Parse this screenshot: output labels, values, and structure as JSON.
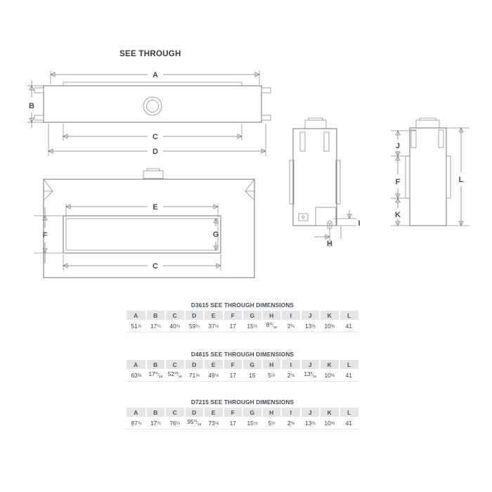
{
  "drawing": {
    "title": "SEE THROUGH",
    "top_view_labels": [
      "A",
      "B",
      "C",
      "D"
    ],
    "front_view_labels": [
      "E",
      "F",
      "G",
      "C"
    ],
    "side_view_labels": [
      "H",
      "I"
    ],
    "end_view_labels": [
      "J",
      "F",
      "K",
      "L"
    ],
    "label_A": "A",
    "label_B": "B",
    "label_C": "C",
    "label_D": "D",
    "label_E": "E",
    "label_F": "F",
    "label_G": "G",
    "label_C2": "C",
    "label_H": "H",
    "label_I": "I",
    "label_J": "J",
    "label_F2": "F",
    "label_K": "K",
    "label_L": "L"
  },
  "tables": [
    {
      "title": "D3615   SEE THROUGH DIMENSIONS",
      "headers": [
        "A",
        "B",
        "C",
        "D",
        "E",
        "F",
        "G",
        "H",
        "I",
        "J",
        "K",
        "L"
      ],
      "values": [
        "51 7/8",
        "17 3/4",
        "40 3/4",
        "59 3/4",
        "37 1/8",
        "17",
        "15 1/2",
        "8 11/16",
        "2 3/8",
        "13 5/8",
        "10 3/8",
        "41"
      ],
      "values_plain": [
        {
          "whole": "51",
          "frac": "7/8"
        },
        {
          "whole": "17",
          "frac": "3/4"
        },
        {
          "whole": "40",
          "frac": "3/4"
        },
        {
          "whole": "59",
          "frac": "3/4"
        },
        {
          "whole": "37",
          "frac": "1/8"
        },
        {
          "whole": "17",
          "frac": ""
        },
        {
          "whole": "15",
          "frac": "1/2"
        },
        {
          "whole": "8",
          "frac": "11/16"
        },
        {
          "whole": "2",
          "frac": "3/8"
        },
        {
          "whole": "13",
          "frac": "5/8"
        },
        {
          "whole": "10",
          "frac": "3/8"
        },
        {
          "whole": "41",
          "frac": ""
        }
      ]
    },
    {
      "title": "D4815   SEE THROUGH DIMENSIONS",
      "headers": [
        "A",
        "B",
        "C",
        "D",
        "E",
        "F",
        "G",
        "H",
        "I",
        "J",
        "K",
        "L"
      ],
      "values": [
        "63 5/8",
        "17 11/16",
        "52 15/16",
        "71 5/8",
        "49 1/8",
        "17",
        "15",
        "5 1/2",
        "2 3/8",
        "13 5/16",
        "10 3/8",
        "41"
      ],
      "values_plain": [
        {
          "whole": "63",
          "frac": "5/8"
        },
        {
          "whole": "17",
          "frac": "11/16"
        },
        {
          "whole": "52",
          "frac": "15/16"
        },
        {
          "whole": "71",
          "frac": "5/8"
        },
        {
          "whole": "49",
          "frac": "1/8"
        },
        {
          "whole": "17",
          "frac": ""
        },
        {
          "whole": "15",
          "frac": ""
        },
        {
          "whole": "5",
          "frac": "1/2"
        },
        {
          "whole": "2",
          "frac": "3/8"
        },
        {
          "whole": "13",
          "frac": "5/16"
        },
        {
          "whole": "10",
          "frac": "3/8"
        },
        {
          "whole": "41",
          "frac": ""
        }
      ]
    },
    {
      "title": "D7215   SEE THROUGH DIMENSIONS",
      "headers": [
        "A",
        "B",
        "C",
        "D",
        "E",
        "F",
        "G",
        "H",
        "I",
        "J",
        "K",
        "L"
      ],
      "values": [
        "87 7/8",
        "17 3/4",
        "76 1/4",
        "95 11/16",
        "73 1/8",
        "17",
        "15 1/2",
        "5 1/2",
        "2 3/8",
        "13 5/8",
        "10 3/8",
        "41"
      ],
      "values_plain": [
        {
          "whole": "87",
          "frac": "7/8"
        },
        {
          "whole": "17",
          "frac": "3/4"
        },
        {
          "whole": "76",
          "frac": "1/4"
        },
        {
          "whole": "95",
          "frac": "11/16"
        },
        {
          "whole": "73",
          "frac": "1/8"
        },
        {
          "whole": "17",
          "frac": ""
        },
        {
          "whole": "15",
          "frac": "1/2"
        },
        {
          "whole": "5",
          "frac": "1/2"
        },
        {
          "whole": "2",
          "frac": "3/8"
        },
        {
          "whole": "13",
          "frac": "5/8"
        },
        {
          "whole": "10",
          "frac": "3/8"
        },
        {
          "whole": "41",
          "frac": ""
        }
      ]
    }
  ],
  "colors": {
    "line": "#6c6f72",
    "dim_line": "#7a7d80",
    "header_bg": "#e3e5e7",
    "text": "#3a3a3a",
    "title_text": "#3f4a55"
  }
}
